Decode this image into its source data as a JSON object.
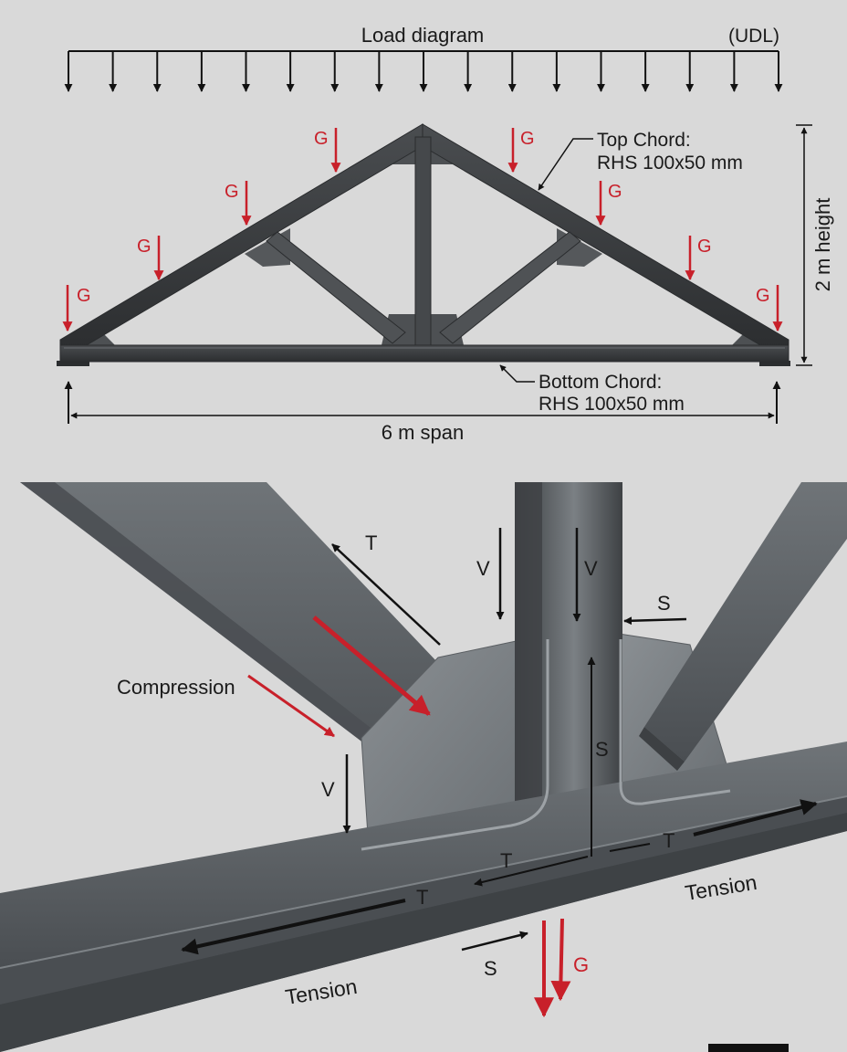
{
  "colors": {
    "background": "#d9d9d9",
    "steel_dark": "#3a3d40",
    "steel_mid": "#5c6064",
    "steel_light": "#8d9296",
    "arrow_black": "#111111",
    "arrow_red": "#c8202a"
  },
  "top_diagram": {
    "load_title": "Load diagram",
    "load_type": "(UDL)",
    "top_chord_label": "Top Chord:",
    "top_chord_section": "RHS 100x50 mm",
    "bottom_chord_label": "Bottom Chord:",
    "bottom_chord_section": "RHS 100x50 mm",
    "span_label": "6 m span",
    "height_label": "2 m height",
    "point_load_symbol": "G",
    "point_load_count": 8,
    "udl_arrow_count": 17
  },
  "detail_view": {
    "compression_label": "Compression",
    "tension_label_right": "Tension",
    "tension_label_left": "Tension",
    "force_t": "T",
    "force_v": "V",
    "force_s": "S",
    "force_g": "G"
  }
}
